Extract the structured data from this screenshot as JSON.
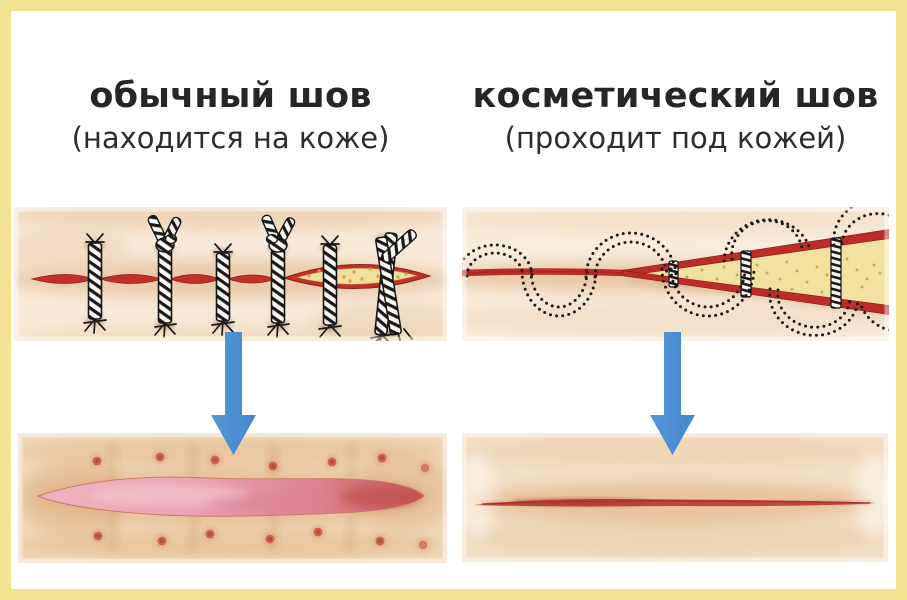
{
  "frame": {
    "color": "#f2e294"
  },
  "titles": {
    "left": {
      "main": "обычный шов",
      "sub": "(находится на коже)"
    },
    "right": {
      "main": "косметический шов",
      "sub": "(проходит под кожей)"
    }
  },
  "arrows": {
    "left_direction": "down",
    "right_direction": "down",
    "color": "#4b90d4"
  },
  "palette": {
    "wound_red": "#bb2d28",
    "fat_yellow": "#f1e09d",
    "scar_pink": "#e9a3b2",
    "scar_thin_red": "#bf4740",
    "skin_light": "#f7ead9",
    "skin_deep": "#e2b688",
    "suture_mark": "#c35f47",
    "text": "#262626",
    "background": "#ffffff"
  }
}
